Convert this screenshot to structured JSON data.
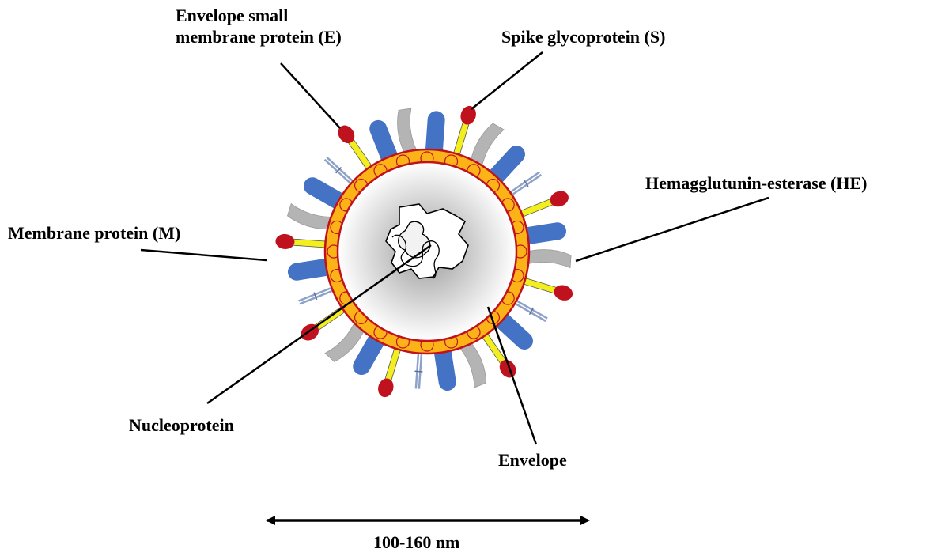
{
  "labels": {
    "envelope_small_line1": "Envelope small",
    "envelope_small_line2": "membrane protein (E)",
    "spike": "Spike glycoprotein (S)",
    "hemagglutinin": "Hemagglutunin-esterase (HE)",
    "membrane": "Membrane protein (M)",
    "nucleoprotein": "Nucleoprotein",
    "envelope": "Envelope",
    "scale": "100-160 nm"
  },
  "colors": {
    "spike_head": "#c0111f",
    "spike_stem": "#f3ee1e",
    "envelope_protein": "#4472c4",
    "membrane_protein": "#b4b4b4",
    "hemagglutinin": "#8ea2c9",
    "lipid_layer": "#fbb317",
    "envelope_outline": "#c0111f",
    "core_light": "#ffffff",
    "core_dark": "#9a9a9a"
  }
}
